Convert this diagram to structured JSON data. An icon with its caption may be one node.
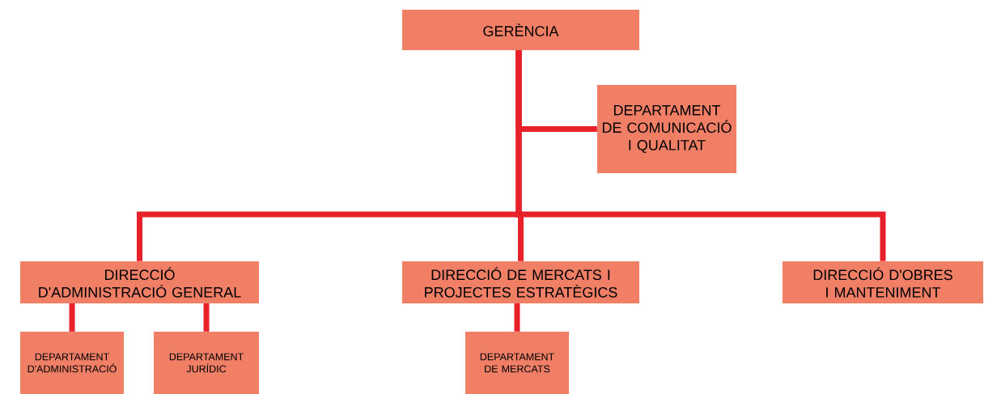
{
  "diagram": {
    "nodes": [
      {
        "text": [
          "GERÈNCIA"
        ]
      },
      {
        "text": [
          "DEPARTAMENT DE COMUNICACIÓ I QUALITAT"
        ]
      },
      {
        "text": [
          "DIRECCIÓ D'ADMINISTRACIÓ GENERAL"
        ]
      },
      {
        "text": [
          "DIRECCIÓ DE MERCATS I PROJECTES ESTRATÈGICS"
        ]
      },
      {
        "text": [
          "DIRECCIÓ D'OBRES I MANTENIMENT"
        ]
      },
      {
        "text": [
          "DEPARTAMENT D'ADMINISTRACIÓ"
        ]
      },
      {
        "text": [
          "DEPARTAMENT JURÍDIC"
        ]
      },
      {
        "text": [
          "DEPARTAMENT DE MERCATS"
        ]
      }
    ],
    "edges": [
      {
        "from": 0,
        "to": 1,
        "arrow": "none"
      },
      {
        "from": 0,
        "to": 2,
        "arrow": "none"
      },
      {
        "from": 0,
        "to": 3,
        "arrow": "none"
      },
      {
        "from": 0,
        "to": 4,
        "arrow": "none"
      },
      {
        "from": 2,
        "to": 5,
        "arrow": "none"
      },
      {
        "from": 2,
        "to": 6,
        "arrow": "none"
      },
      {
        "from": 3,
        "to": 7,
        "arrow": "none"
      }
    ]
  }
}
